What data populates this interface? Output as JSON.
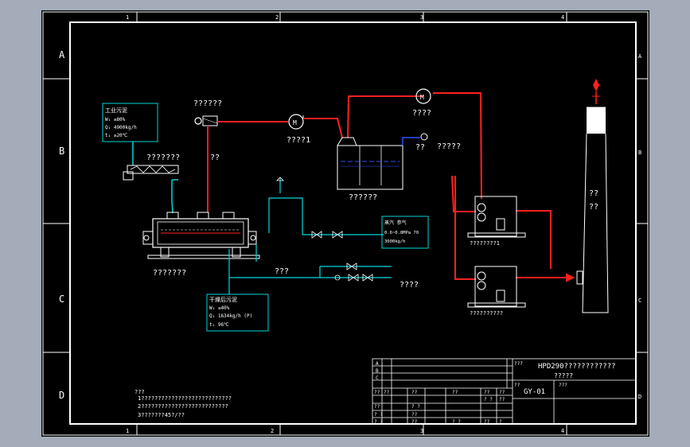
{
  "frame": {
    "col_numbers": [
      "1",
      "2",
      "3",
      "4"
    ],
    "row_letters": [
      "A",
      "B",
      "C",
      "D"
    ]
  },
  "equipment": {
    "wet_mud_box": {
      "title": "工业污泥",
      "lines": [
        "W₁ ≤80%",
        "Q₁ 4900kg/h",
        "t₁ ≥20℃"
      ]
    },
    "dry_mud_box": {
      "title": "干燥后污泥",
      "lines": [
        "W₂ ≤40%",
        "Q₂ 1634kg/h (P)",
        "t₂ 96℃"
      ]
    },
    "steam_box": {
      "title": "蒸汽 参气",
      "lines": [
        "0.6~0.8MPa  70",
        "3000kg/h"
      ]
    },
    "conveyor_label": "???????",
    "feed_pump_label": "??",
    "dryer_label": "???????",
    "top_pump_label": "??????",
    "fan1_label": "????1",
    "fan2_label": "????",
    "scrubber_label": "??????",
    "water_label": "??",
    "water_extra_label": "?????",
    "deodor1_label": "????????1",
    "deodor2_label": "??????????",
    "chimney_labels": [
      "??",
      "??"
    ],
    "steam_pipe_label": "???",
    "condensate_label": "????"
  },
  "notes": {
    "heading": "???",
    "lines": [
      "1???????????????????????????",
      "2??????????????????????????",
      "3???????45?/??"
    ]
  },
  "title_block": {
    "project": "HPD290????????????",
    "subtitle": "?????",
    "drawing_no": "GY-01",
    "sheet_label": "???",
    "signatures": [
      "??",
      "??",
      "??",
      "??",
      "??",
      "? ?",
      "??",
      "??",
      "? ?",
      "??",
      "? ?",
      "??",
      "?",
      "?",
      "?",
      "?"
    ],
    "revision_marks": [
      "A",
      "B",
      "C"
    ],
    "row_labels": [
      "??",
      "??",
      "? ?",
      "? ?"
    ],
    "small_labels": [
      "??",
      "???",
      "??"
    ]
  },
  "colors": {
    "sheet_bg": "#000000",
    "frame": "#ffffff",
    "sludge_path": "#00d8d8",
    "gas_path": "#ff2020",
    "water_path": "#3050ff",
    "equipment": "#ffffff"
  }
}
